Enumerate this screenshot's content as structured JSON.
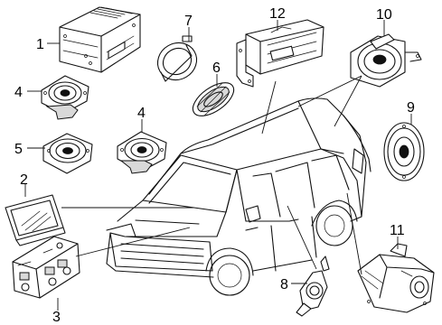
{
  "callouts": [
    {
      "id": "c1",
      "label": "1"
    },
    {
      "id": "c2",
      "label": "2"
    },
    {
      "id": "c3",
      "label": "3"
    },
    {
      "id": "c4a",
      "label": "4"
    },
    {
      "id": "c4b",
      "label": "4"
    },
    {
      "id": "c5",
      "label": "5"
    },
    {
      "id": "c6",
      "label": "6"
    },
    {
      "id": "c7",
      "label": "7"
    },
    {
      "id": "c8",
      "label": "8"
    },
    {
      "id": "c9",
      "label": "9"
    },
    {
      "id": "c10",
      "label": "10"
    },
    {
      "id": "c11",
      "label": "11"
    },
    {
      "id": "c12",
      "label": "12"
    }
  ]
}
